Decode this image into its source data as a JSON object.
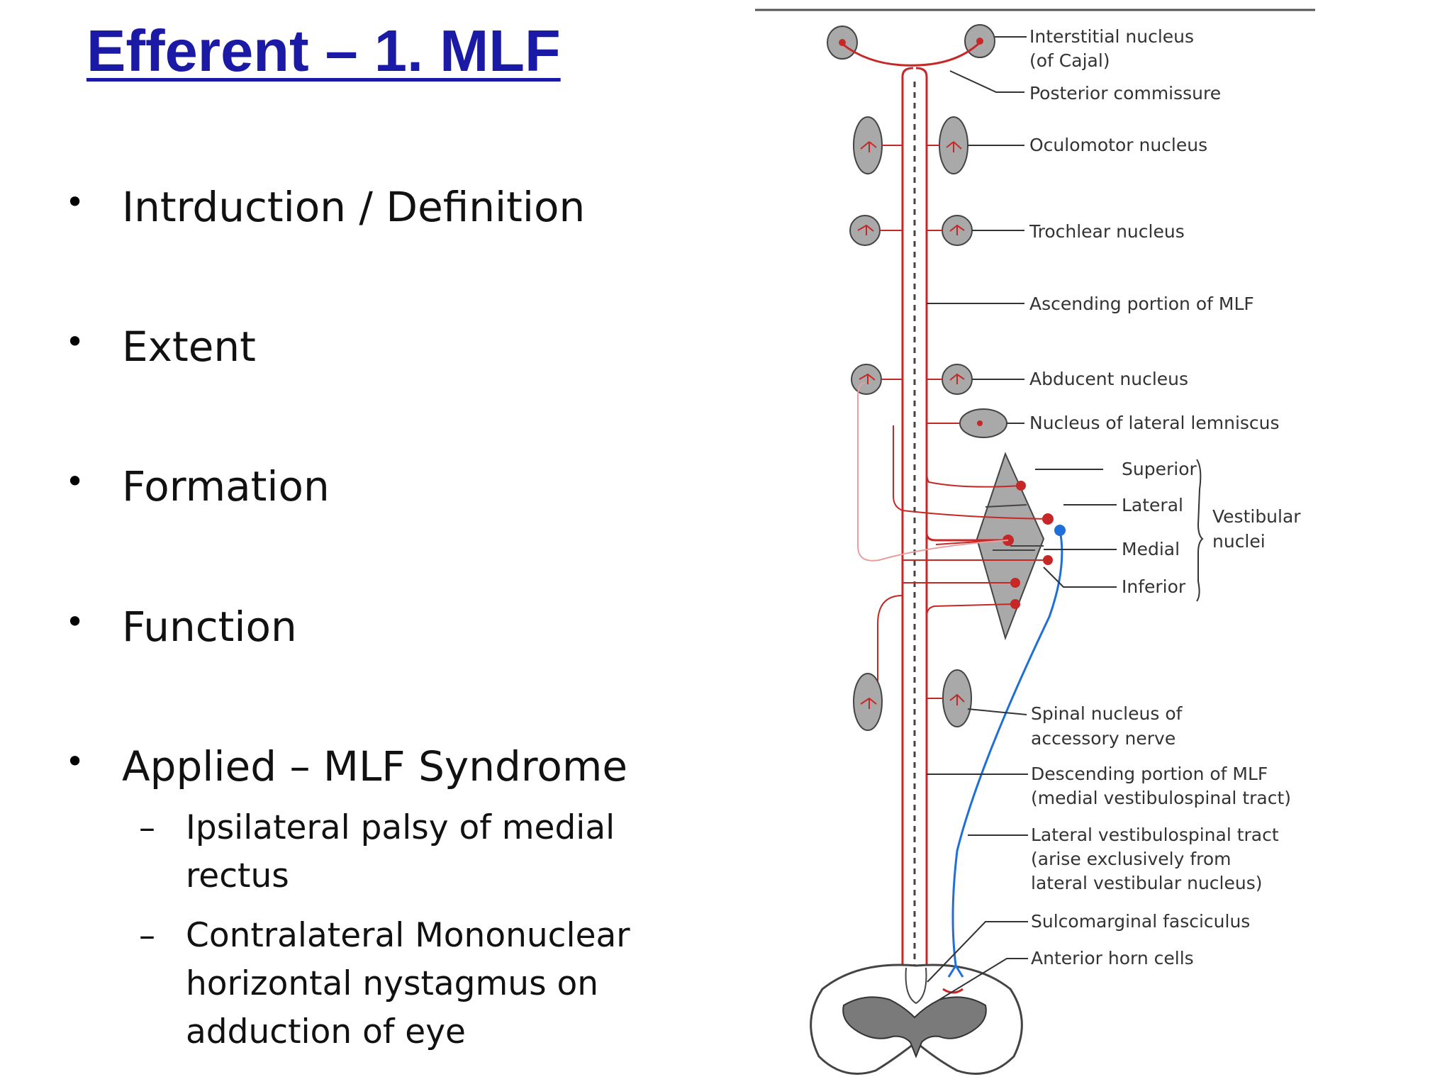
{
  "slide": {
    "title": "Efferent – 1. MLF",
    "bullets": [
      {
        "text": "Intrduction / Definition"
      },
      {
        "text": "Extent"
      },
      {
        "text": "Formation"
      },
      {
        "text": "Function"
      },
      {
        "text": "Applied – MLF Syndrome"
      }
    ],
    "sub_bullets": [
      {
        "lines": [
          "Ipsilateral palsy of medial",
          "rectus"
        ]
      },
      {
        "lines": [
          "Contralateral Mononuclear",
          "horizontal nystagmus on",
          "adduction of eye"
        ]
      }
    ],
    "bullet_icon": "bullet-dot",
    "sub_bullet_icon": "dash"
  },
  "diagram": {
    "labels": {
      "interstitial_1": "Interstitial nucleus",
      "interstitial_2": "(of Cajal)",
      "posterior_commissure": "Posterior commissure",
      "oculomotor": "Oculomotor nucleus",
      "trochlear": "Trochlear nucleus",
      "ascending": "Ascending portion of MLF",
      "abducent": "Abducent nucleus",
      "lateral_lemniscus": "Nucleus of lateral lemniscus",
      "superior": "Superior",
      "lateral": "Lateral",
      "medial": "Medial",
      "inferior": "Inferior",
      "vestibular_1": "Vestibular",
      "vestibular_2": "nuclei",
      "spinal_accessory_1": "Spinal nucleus of",
      "spinal_accessory_2": "accessory nerve",
      "descending_1": "Descending portion of MLF",
      "descending_2": "(medial vestibulospinal tract)",
      "lateral_vs_1": "Lateral vestibulospinal tract",
      "lateral_vs_2": "(arise exclusively from",
      "lateral_vs_3": "lateral vestibular nucleus)",
      "sulcomarginal": "Sulcomarginal fasciculus",
      "anterior_horn": "Anterior horn cells"
    },
    "colors": {
      "fiber": "#c62828",
      "lateral_tract": "#1e6fd9",
      "nucleus_fill": "#a9a9a9",
      "title": "#1a1aa6"
    }
  }
}
